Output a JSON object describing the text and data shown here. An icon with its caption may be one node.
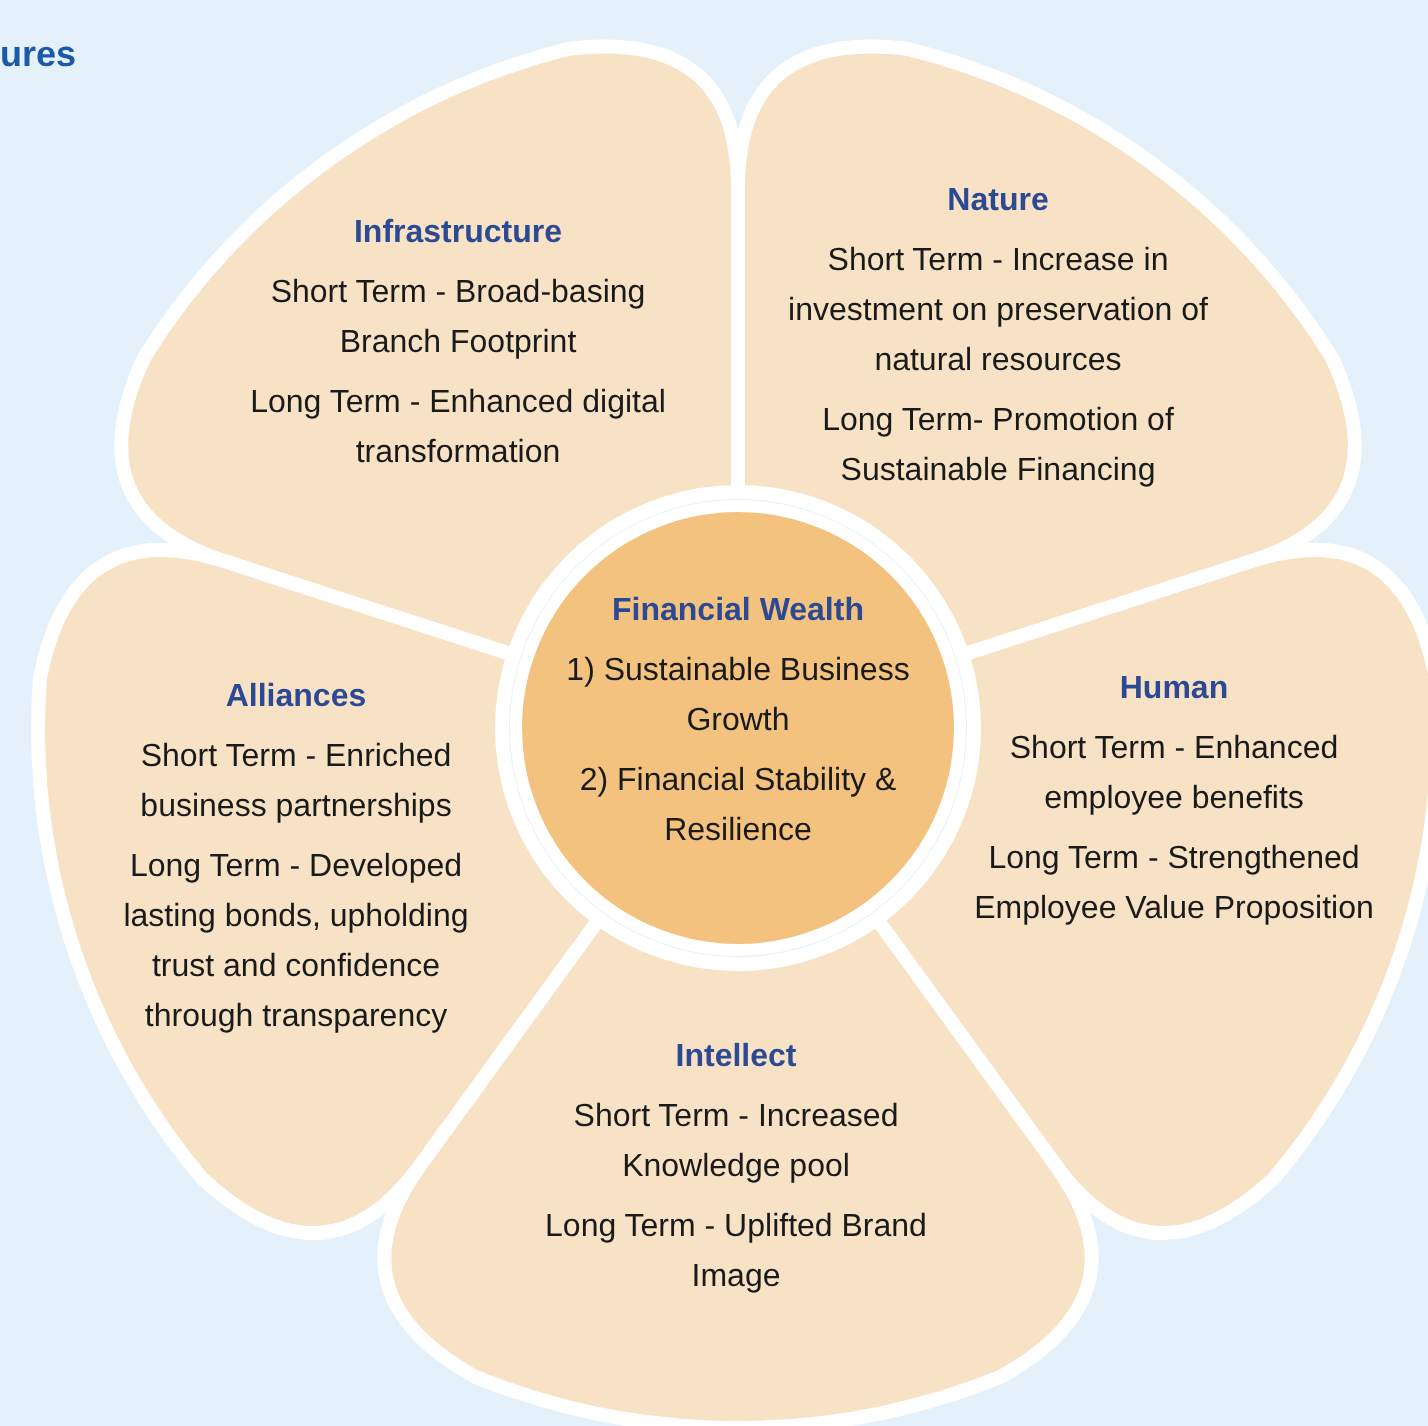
{
  "diagram": {
    "title": "ures",
    "nodes": [
      {
        "text": [
          "Financial Wealth",
          "1) Sustainable Business Growth",
          "2) Financial Stability & Resilience"
        ]
      },
      {
        "text": [
          "Infrastructure",
          "Short Term - Broad-basing Branch Footprint",
          "Long Term - Enhanced digital transformation"
        ]
      },
      {
        "text": [
          "Nature",
          "Short Term - Increase in investment on preservation of natural resources",
          "Long Term- Promotion of Sustainable Financing"
        ]
      },
      {
        "text": [
          "Alliances",
          "Short Term - Enriched business partnerships",
          "Long Term - Developed lasting bonds, upholding trust and confidence through transparency"
        ]
      },
      {
        "text": [
          "Human",
          "Short Term - Enhanced employee benefits",
          "Long Term - Strengthened Employee Value Proposition"
        ]
      },
      {
        "text": [
          "Intellect",
          "Short Term - Increased Knowledge pool",
          "Long Term - Uplifted Brand Image"
        ]
      }
    ],
    "edges": []
  }
}
